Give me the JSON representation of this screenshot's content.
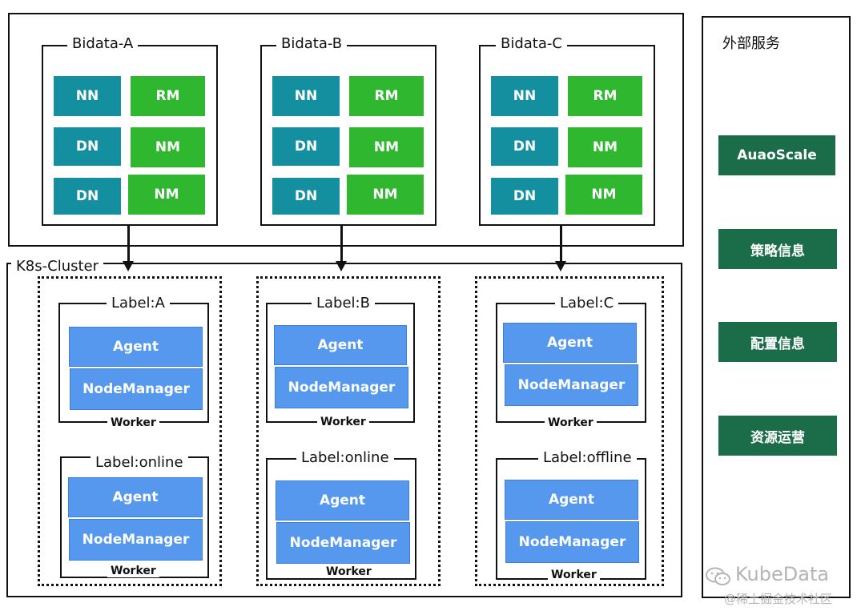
{
  "bidata": [
    {
      "title": "Bidata-A",
      "cells": [
        "NN",
        "RM",
        "DN",
        "NM",
        "DN",
        "NM"
      ]
    },
    {
      "title": "Bidata-B",
      "cells": [
        "NN",
        "RM",
        "DN",
        "NM",
        "DN",
        "NM"
      ]
    },
    {
      "title": "Bidata-C",
      "cells": [
        "NN",
        "RM",
        "DN",
        "NM",
        "DN",
        "NM"
      ]
    }
  ],
  "k8s": {
    "title": "K8s-Cluster",
    "groups": [
      {
        "top": {
          "label": "Label:A",
          "agent": "Agent",
          "nm": "NodeManager",
          "worker": "Worker"
        },
        "bottom": {
          "label": "Label:online",
          "agent": "Agent",
          "nm": "NodeManager",
          "worker": "Worker"
        }
      },
      {
        "top": {
          "label": "Label:B",
          "agent": "Agent",
          "nm": "NodeManager",
          "worker": "Worker"
        },
        "bottom": {
          "label": "Label:online",
          "agent": "Agent",
          "nm": "NodeManager",
          "worker": "Worker"
        }
      },
      {
        "top": {
          "label": "Label:C",
          "agent": "Agent",
          "nm": "NodeManager",
          "worker": "Worker"
        },
        "bottom": {
          "label": "Label:offline",
          "agent": "Agent",
          "nm": "NodeManager",
          "worker": "Worker"
        }
      }
    ]
  },
  "external": {
    "title": "外部服务",
    "items": [
      "AuaoScale",
      "策略信息",
      "配置信息",
      "资源运营"
    ]
  },
  "watermark": {
    "brand": "KubeData",
    "community": "@稀土掘金技术社区"
  },
  "colors": {
    "teal": "#138f9f",
    "green": "#2fb82f",
    "blue": "#5598ee",
    "dark_green": "#1b6d4a"
  }
}
